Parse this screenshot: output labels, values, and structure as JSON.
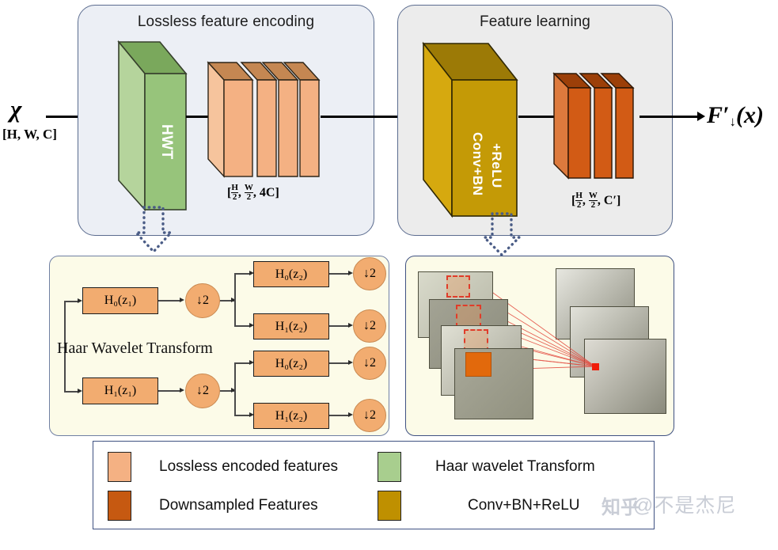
{
  "figure": {
    "panels": {
      "encoding": {
        "title": "Lossless feature encoding"
      },
      "learning": {
        "title": "Feature learning"
      }
    },
    "input": {
      "symbol": "χ",
      "shape": "[H, W, C]"
    },
    "output": {
      "symbol": "F′",
      "subscript": "↓",
      "arg": "(x)"
    },
    "blocks": {
      "hwt": {
        "label": "HWT",
        "color": "#a8ce8e"
      },
      "encoded_stack": {
        "color": "#f4b183",
        "count": 4
      },
      "conv": {
        "label": "Conv+BN\n+ReLU",
        "line1": "Conv+BN",
        "line2": "+ReLU",
        "color": "#c49a06"
      },
      "downsampled_stack": {
        "color": "#d25b15",
        "count": 3
      }
    },
    "shape_labels": {
      "encoded": {
        "open": "[",
        "h_num": "H",
        "h_den": "2",
        "sep1": ",",
        "w_num": "W",
        "w_den": "2",
        "sep2": ",",
        "channels": "4C",
        "close": "]"
      },
      "learned": {
        "open": "[",
        "h_num": "H",
        "h_den": "2",
        "sep1": ",",
        "w_num": "W",
        "w_den": "2",
        "sep2": ",",
        "channels": "C′",
        "close": "]"
      }
    },
    "haar": {
      "caption": "Haar Wavelet Transform",
      "stage1": [
        {
          "id": "h0z1",
          "label": "H₀(z₁)"
        },
        {
          "id": "h1z1",
          "label": "H₁(z₁)"
        }
      ],
      "stage1_down": [
        {
          "id": "d1a",
          "label": "↓2"
        },
        {
          "id": "d1b",
          "label": "↓2"
        }
      ],
      "stage2": [
        {
          "id": "h0z2a",
          "label": "H₀(z₂)"
        },
        {
          "id": "h1z2a",
          "label": "H₁(z₂)"
        },
        {
          "id": "h0z2b",
          "label": "H₀(z₂)"
        },
        {
          "id": "h1z2b",
          "label": "H₁(z₂)"
        }
      ],
      "stage2_down": [
        {
          "id": "d2a",
          "label": "↓2"
        },
        {
          "id": "d2b",
          "label": "↓2"
        },
        {
          "id": "d2c",
          "label": "↓2"
        },
        {
          "id": "d2d",
          "label": "↓2"
        }
      ]
    },
    "legend": {
      "items": [
        {
          "label": "Lossless encoded features",
          "color": "#f4b183"
        },
        {
          "label": "Haar wavelet Transform",
          "color": "#a8ce8e"
        },
        {
          "label": "Downsampled Features",
          "color": "#c65911"
        },
        {
          "label": "Conv+BN+ReLU",
          "color": "#bf9000"
        }
      ]
    },
    "watermark": {
      "logo": "知乎",
      "handle": "@不是杰尼"
    }
  }
}
